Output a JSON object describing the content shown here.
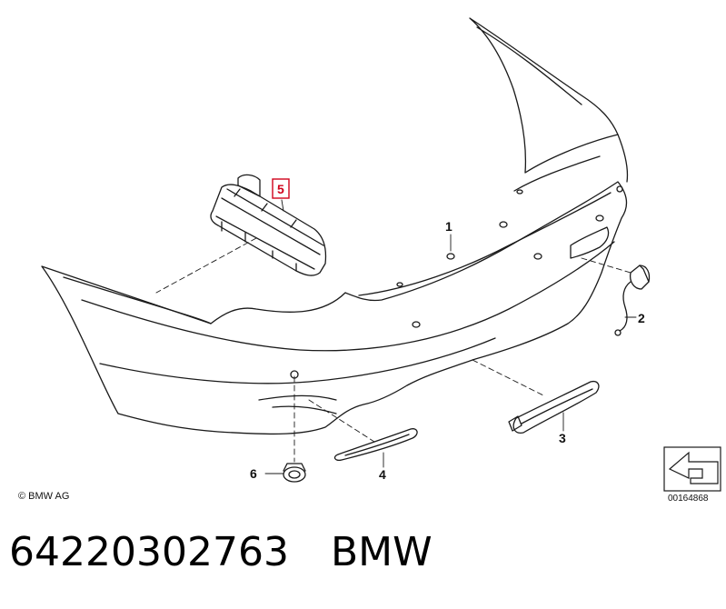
{
  "diagram": {
    "callouts": [
      {
        "id": "1",
        "label": "1"
      },
      {
        "id": "2",
        "label": "2"
      },
      {
        "id": "3",
        "label": "3"
      },
      {
        "id": "4",
        "label": "4"
      },
      {
        "id": "5",
        "label": "5",
        "highlighted": true
      },
      {
        "id": "6",
        "label": "6"
      }
    ],
    "highlight_color": "#d0021b",
    "copyright": "© BMW AG",
    "reference_id": "00164868"
  },
  "part": {
    "number": "64220302763",
    "brand": "BMW"
  }
}
